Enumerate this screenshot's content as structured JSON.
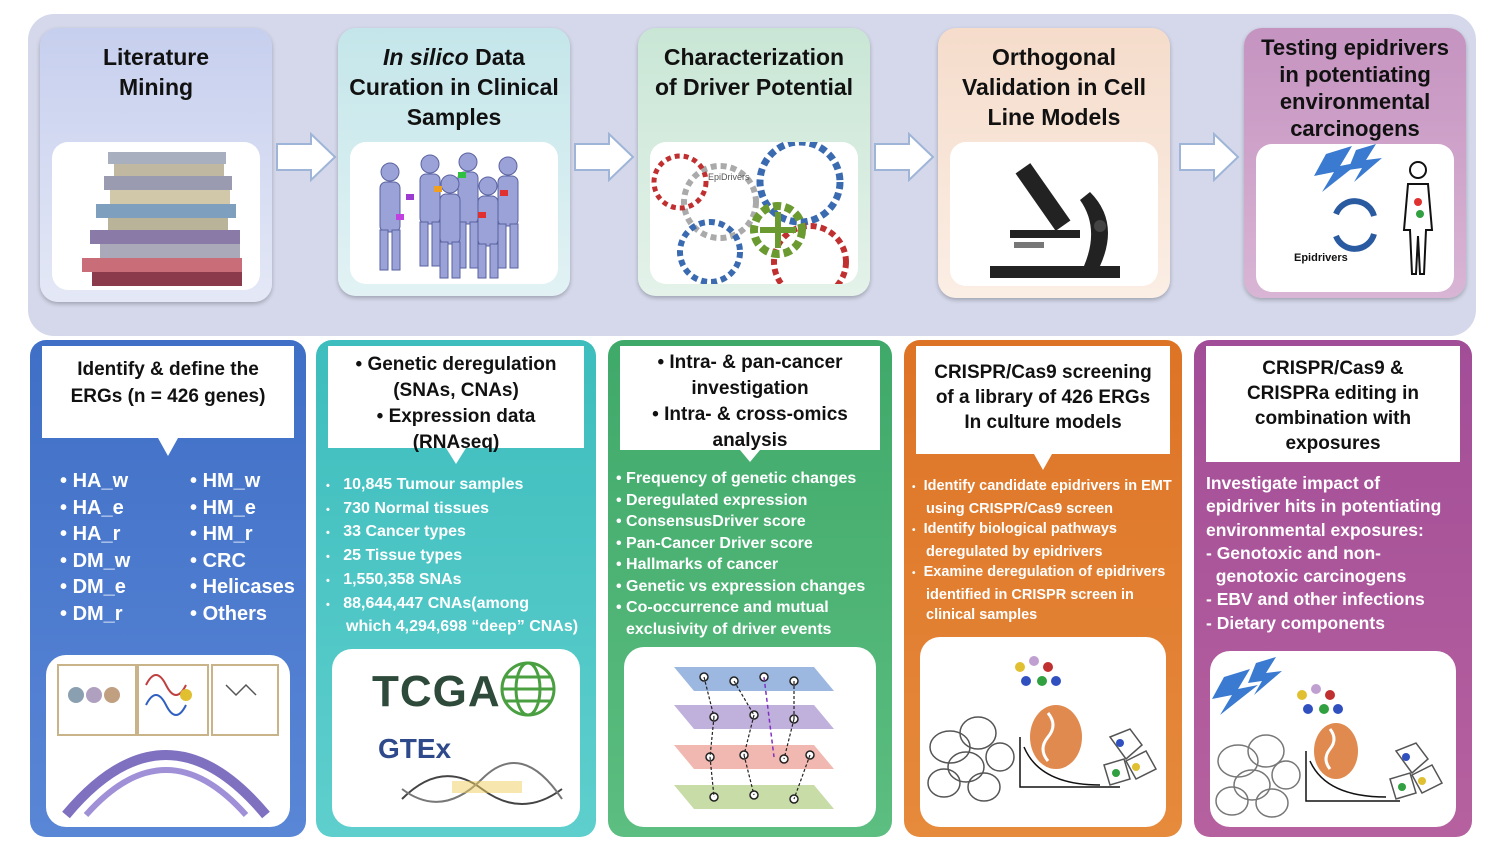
{
  "stages": [
    {
      "title_lines": [
        "Literature",
        "Mining"
      ]
    },
    {
      "title_italic": "In silico",
      "title_rest": " Data",
      "title_lines": [
        "Curation in Clinical",
        "Samples"
      ]
    },
    {
      "title_lines": [
        "Characterization",
        "of Driver Potential"
      ],
      "image_label": "EpiDrivers"
    },
    {
      "title_lines": [
        "Orthogonal",
        "Validation in Cell",
        "Line Models"
      ]
    },
    {
      "title_lines": [
        "Testing epidrivers",
        "in potentiating",
        "environmental",
        "carcinogens"
      ],
      "image_label": "Epidrivers"
    }
  ],
  "columns": [
    {
      "callout": [
        "Identify & define the",
        "ERGs (n = 426 genes)"
      ],
      "left_items": [
        "HA_w",
        "HA_e",
        "HA_r",
        "DM_w",
        "DM_e",
        "DM_r"
      ],
      "right_items": [
        "HM_w",
        "HM_e",
        "HM_r",
        "CRC",
        "Helicases",
        "Others"
      ]
    },
    {
      "callout": [
        "• Genetic deregulation",
        "(SNAs, CNAs)",
        "• Expression data",
        "(RNAseq)"
      ],
      "items": [
        "10,845 Tumour samples",
        "730 Normal tissues",
        "33 Cancer types",
        "25 Tissue types",
        "1,550,358  SNAs",
        "88,644,447  CNAs(among",
        "which 4,294,698 “deep” CNAs)"
      ],
      "logo_1": "TCGA",
      "logo_2": "GTEx"
    },
    {
      "callout": [
        "• Intra- & pan-cancer",
        "investigation",
        "• Intra- & cross-omics",
        "analysis"
      ],
      "items": [
        "Frequency of genetic changes",
        "Deregulated expression",
        "ConsensusDriver score",
        "Pan-Cancer Driver score",
        "Hallmarks of cancer",
        "Genetic vs expression changes",
        "Co-occurrence and mutual",
        "exclusivity of driver events"
      ]
    },
    {
      "callout": [
        "CRISPR/Cas9 screening",
        "of a library of 426 ERGs",
        "In culture models"
      ],
      "items": [
        "Identify candidate epidrivers in EMT",
        "using CRISPR/Cas9 screen",
        "Identify biological pathways",
        "deregulated by epidrivers",
        "Examine deregulation of epidrivers",
        "identified in CRISPR screen in",
        "clinical samples"
      ]
    },
    {
      "callout": [
        "CRISPR/Cas9 &",
        "CRISPRa editing in",
        "combination with",
        "exposures"
      ],
      "items": [
        "Investigate   impact of",
        "epidriver hits in potentiating",
        "environmental  exposures:",
        "- Genotoxic and non-",
        "  genotoxic carcinogens",
        "- EBV and other infections",
        "- Dietary components"
      ]
    }
  ],
  "colors": {
    "col1": "#4a78c8",
    "col2": "#3fc0c0",
    "col3": "#4bb070",
    "col4": "#e07a2a",
    "col5": "#a8519a",
    "stage1": "#cbd3ec",
    "stage2": "#c6e7ea",
    "stage3": "#cfe8d8",
    "stage4": "#f7e0cf",
    "stage5": "#c89ac2"
  }
}
